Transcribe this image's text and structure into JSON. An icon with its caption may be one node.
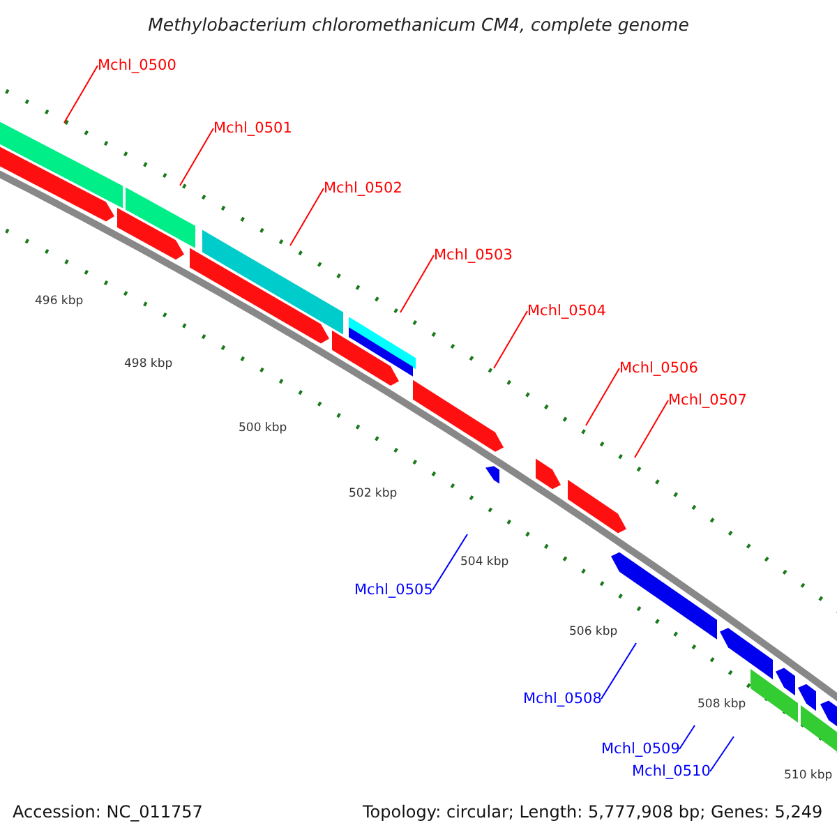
{
  "diagram": {
    "title": "Methylobacterium chloromethanicum CM4, complete genome",
    "caption": "Accession: NC_011757",
    "nodes": [
      {
        "text": [
          "Mchl_0500"
        ]
      },
      {
        "text": [
          "Mchl_0501"
        ]
      },
      {
        "text": [
          "Mchl_0502"
        ]
      },
      {
        "text": [
          "Mchl_0503"
        ]
      },
      {
        "text": [
          "Mchl_0504"
        ]
      },
      {
        "text": [
          "Mchl_0506"
        ]
      },
      {
        "text": [
          "Mchl_0507"
        ]
      },
      {
        "text": [
          "Mchl_0505"
        ]
      },
      {
        "text": [
          "Mchl_0508"
        ]
      },
      {
        "text": [
          "Mchl_0509"
        ]
      },
      {
        "text": [
          "Mchl_0510"
        ]
      }
    ],
    "edges": [
      {
        "from": 0,
        "to": null,
        "arrow": "none"
      },
      {
        "from": 1,
        "to": null,
        "arrow": "none"
      },
      {
        "from": 2,
        "to": null,
        "arrow": "none"
      },
      {
        "from": 3,
        "to": null,
        "arrow": "none"
      },
      {
        "from": 4,
        "to": null,
        "arrow": "none"
      },
      {
        "from": 5,
        "to": null,
        "arrow": "none"
      },
      {
        "from": 6,
        "to": null,
        "arrow": "none"
      },
      {
        "from": 7,
        "to": null,
        "arrow": "none",
        "color": "#0000ff"
      },
      {
        "from": 8,
        "to": null,
        "arrow": "none",
        "color": "#0000ff"
      },
      {
        "from": 9,
        "to": null,
        "arrow": "none",
        "color": "#0000ff"
      },
      {
        "from": 10,
        "to": null,
        "arrow": "none",
        "color": "#0000ff"
      }
    ],
    "labels": [
      "496 kbp",
      "498 kbp",
      "500 kbp",
      "502 kbp",
      "504 kbp",
      "506 kbp",
      "508 kbp",
      "510 kbp",
      "Topology: circular; Length: 5,777,908 bp; Genes: 5,249"
    ]
  }
}
